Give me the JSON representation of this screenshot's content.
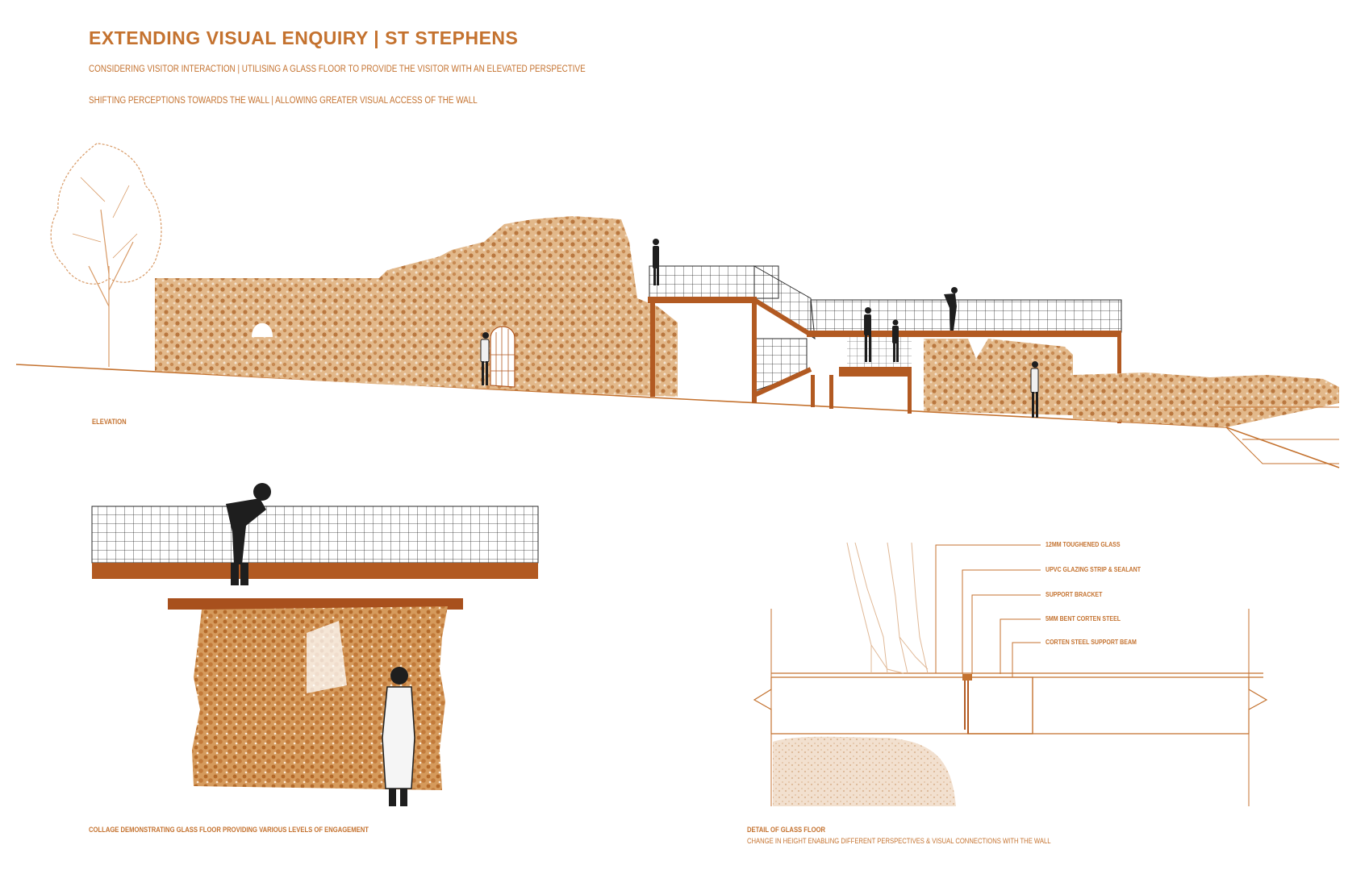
{
  "header": {
    "title": "EXTENDING VISUAL ENQUIRY | ST STEPHENS",
    "subtitle_1": "CONSIDERING VISITOR INTERACTION | UTILISING A GLASS FLOOR TO PROVIDE THE VISITOR WITH AN ELEVATED PERSPECTIVE",
    "subtitle_2": "SHIFTING PERCEPTIONS TOWARDS THE WALL | ALLOWING GREATER VISUAL ACCESS OF THE WALL"
  },
  "elevation": {
    "caption": "ELEVATION"
  },
  "collage": {
    "caption": "COLLAGE DEMONSTRATING GLASS FLOOR PROVIDING VARIOUS LEVELS OF ENGAGEMENT"
  },
  "detail": {
    "caption": "DETAIL OF GLASS FLOOR",
    "subcaption": "CHANGE IN HEIGHT ENABLING DIFFERENT PERSPECTIVES & VISUAL CONNECTIONS WITH THE WALL",
    "labels": [
      "12mm TOUGHENED GLASS",
      "UPVC GLAZING STRIP & SEALANT",
      "SUPPORT BRACKET",
      "5mm BENT CORTEN STEEL",
      "CORTEN STEEL SUPPORT BEAM"
    ]
  },
  "colors": {
    "accent": "#c4722f",
    "wall": "#d7a877",
    "steel": "#b25a22",
    "figure": "#1e1e1e"
  }
}
